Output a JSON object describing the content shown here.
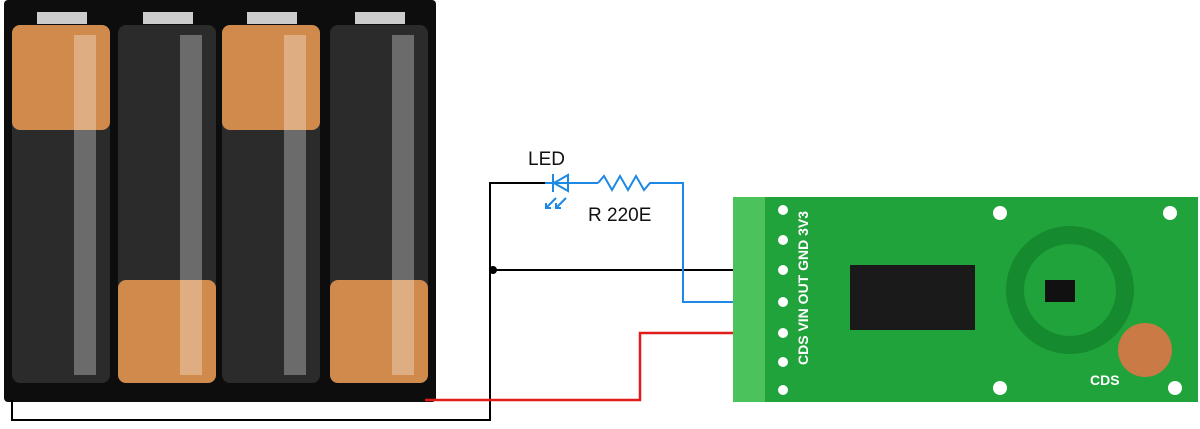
{
  "labels": {
    "led": "LED",
    "resistor": "R 220E"
  },
  "module": {
    "pin_labels": "CDS VIN OUT GND 3V3",
    "sensor_label": "CDS"
  },
  "battery": {
    "cells": 4
  },
  "colors": {
    "ground_wire": "#000000",
    "signal_wire": "#1e88e5",
    "power_wire": "#e01b1b",
    "pcb": "#1fa33a",
    "battery_copper": "#d08a4c",
    "battery_body": "#2b2b2b"
  }
}
